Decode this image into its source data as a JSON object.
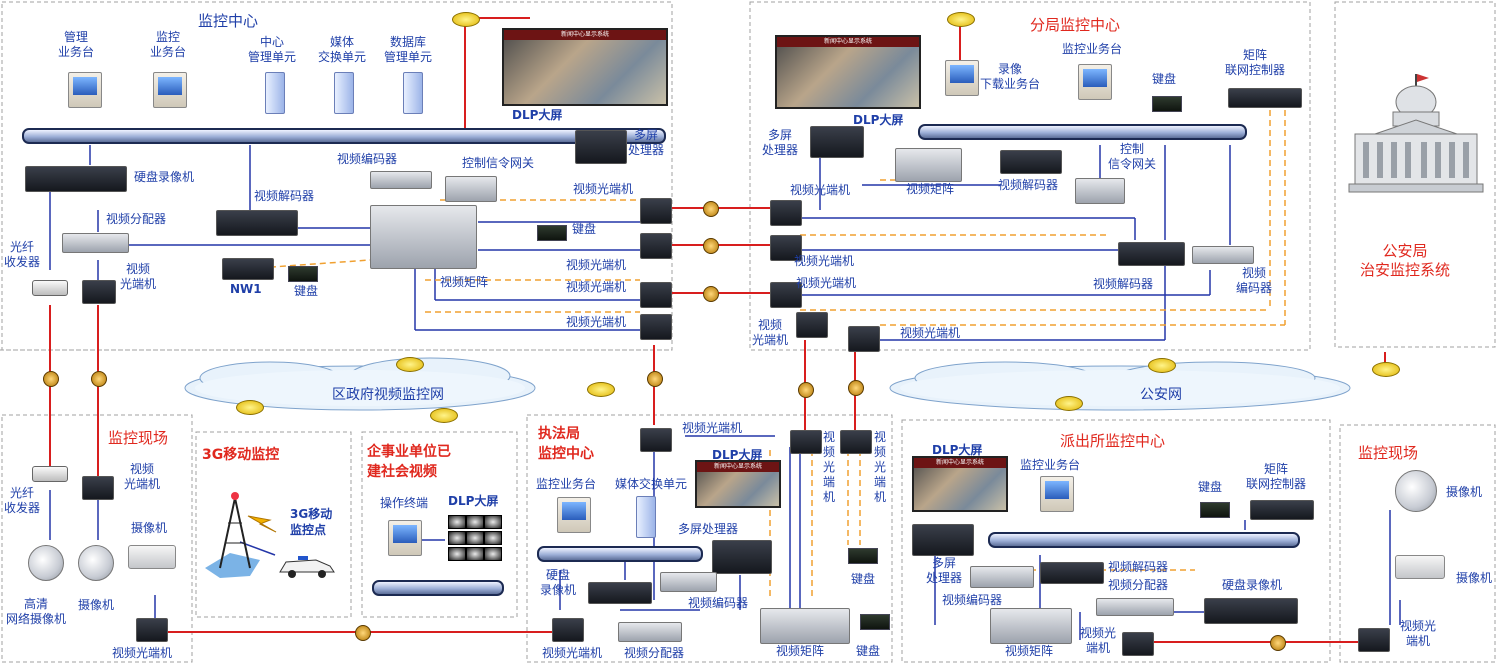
{
  "zones": {
    "center": "监控中心",
    "branch": "分局监控中心",
    "police": "公安局\n治安监控系统",
    "site_left": "监控现场",
    "mobile": "3G移动监控",
    "enterprise": "企事业单位已\n建社会视频",
    "enforcement": "执法局\n监控中心",
    "station": "派出所监控中心",
    "site_right": "监控现场"
  },
  "clouds": {
    "district": "区政府视频监控网",
    "public_security": "公安网"
  },
  "labels": {
    "mgmt_desk": "管理\n业务台",
    "monitor_desk": "监控\n业务台",
    "center_mgmt_unit": "中心\n管理单元",
    "media_switch_unit": "媒体\n交换单元",
    "db_mgmt_unit": "数据库\n管理单元",
    "dlp_screen_center": "DLP大屏",
    "multi_processor_center": "多屏\n处理器",
    "video_encoder_center": "视频编码器",
    "control_gateway_center": "控制信令网关",
    "dvr_center": "硬盘录像机",
    "video_decoder_center": "视频解码器",
    "video_splitter_center": "视频分配器",
    "fiber_transceiver_center": "光纤\n收发器",
    "video_optical_center": "视频\n光端机",
    "nw1": "NW1",
    "keyboard_center": "键盘",
    "video_matrix_center": "视频矩阵",
    "optical_1": "视频光端机",
    "keyboard_center2": "键盘",
    "optical_2": "视频光端机",
    "optical_3": "视频光端机",
    "optical_4": "视频光端机",
    "dlp_screen_branch": "DLP大屏",
    "recording_desk": "录像\n下载业务台",
    "monitor_desk_branch": "监控业务台",
    "keyboard_branch": "键盘",
    "matrix_controller_branch": "矩阵\n联网控制器",
    "multi_processor_branch": "多屏\n处理器",
    "control_gateway_branch": "控制\n信令网关",
    "video_matrix_branch": "视频矩阵",
    "video_decoder_branch": "视频解码器",
    "optical_branch_1": "视频光端机",
    "optical_branch_2": "视频光端机",
    "optical_branch_3": "视频光端机",
    "video_decoder_branch2": "视频解码器",
    "video_encoder_branch": "视频\n编码器",
    "optical_branch_4": "视频\n光端机",
    "optical_branch_5": "视频光端机",
    "fiber_transceiver_site": "光纤\n收发器",
    "video_optical_site": "视频\n光端机",
    "hd_camera": "高清\n网络摄像机",
    "camera_site_1": "摄像机",
    "camera_site_2": "摄像机",
    "optical_site_bottom": "视频光端机",
    "mobile_point": "3G移动\n监控点",
    "operator_terminal": "操作终端",
    "dlp_enterprise": "DLP大屏",
    "optical_enf_top": "视频光端机",
    "dlp_enf": "DLP大屏",
    "monitor_desk_enf": "监控业务台",
    "media_switch_enf": "媒体交换单元",
    "multi_processor_enf": "多屏处理器",
    "dvr_enf": "硬盘\n录像机",
    "video_encoder_enf": "视频编码器",
    "optical_enf_v1": "视频光端机",
    "optical_enf_v2": "视频光端机",
    "keyboard_enf": "键盘",
    "optical_enf_bottom": "视频光端机",
    "splitter_enf": "视频分配器",
    "matrix_enf": "视频矩阵",
    "keyboard_enf2": "键盘",
    "dlp_station": "DLP大屏",
    "monitor_desk_station": "监控业务台",
    "keyboard_station": "键盘",
    "matrix_controller_station": "矩阵\n联网控制器",
    "multi_processor_station": "多屏\n处理器",
    "video_decoder_station": "视频解码器",
    "video_splitter_station": "视频分配器",
    "video_encoder_station": "视频编码器",
    "dvr_station": "硬盘录像机",
    "matrix_station": "视频矩阵",
    "optical_station": "视频光\n端机",
    "camera_right_1": "摄像机",
    "camera_right_2": "摄像机",
    "optical_right": "视频光\n端机"
  },
  "screen_caption": "新闻中心显示系统",
  "colors": {
    "link_red": "#d81e1e",
    "link_blue": "#2436a8",
    "link_orange": "#f0a030",
    "text_blue": "#1f3fa8",
    "title_red": "#e0281e"
  }
}
